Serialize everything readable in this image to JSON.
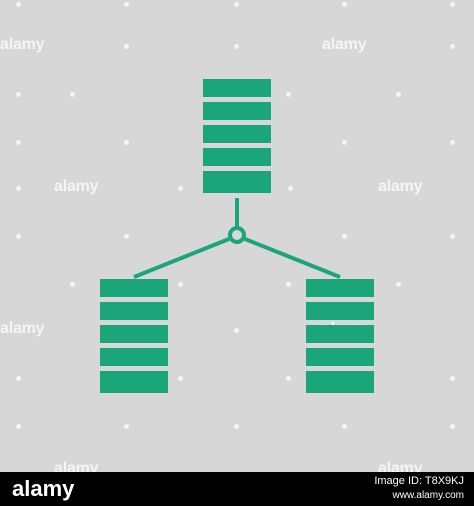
{
  "colors": {
    "background": "#d7d7d7",
    "icon": "#1aa57a",
    "footer": "#000000",
    "watermark": "#ffffff"
  },
  "icon_name": "database-network-icon",
  "watermark_text": "alamy",
  "footer": {
    "logo_text": "alamy",
    "image_id_label": "Image ID: T8X9KJ",
    "url_text": "www.alamy.com"
  }
}
